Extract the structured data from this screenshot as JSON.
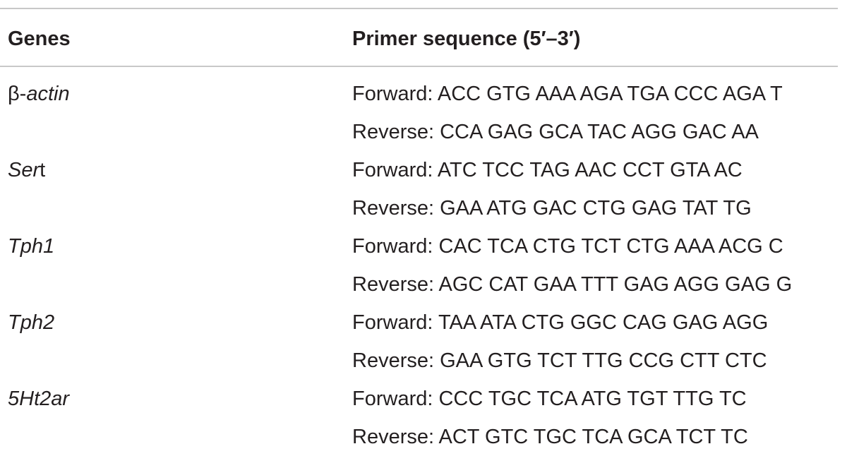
{
  "table": {
    "headers": {
      "genes": "Genes",
      "primer": "Primer sequence (5′–3′)"
    },
    "rows": [
      {
        "gene_prefix": "β-",
        "gene_italic": "actin",
        "gene_suffix": "",
        "primer": "Forward: ACC GTG AAA AGA TGA CCC AGA T"
      },
      {
        "gene_prefix": "",
        "gene_italic": "",
        "gene_suffix": "",
        "primer": "Reverse: CCA GAG GCA TAC AGG GAC AA"
      },
      {
        "gene_prefix": "",
        "gene_italic": "Ser",
        "gene_suffix": "t",
        "primer": "Forward: ATC TCC TAG AAC CCT GTA AC"
      },
      {
        "gene_prefix": "",
        "gene_italic": "",
        "gene_suffix": "",
        "primer": "Reverse: GAA ATG GAC CTG GAG TAT TG"
      },
      {
        "gene_prefix": "",
        "gene_italic": "Tph1",
        "gene_suffix": "",
        "primer": "Forward: CAC TCA CTG TCT CTG AAA ACG C"
      },
      {
        "gene_prefix": "",
        "gene_italic": "",
        "gene_suffix": "",
        "primer": "Reverse: AGC CAT GAA TTT GAG AGG GAG G"
      },
      {
        "gene_prefix": "",
        "gene_italic": "Tph2",
        "gene_suffix": "",
        "primer": "Forward: TAA ATA CTG GGC CAG GAG AGG"
      },
      {
        "gene_prefix": "",
        "gene_italic": "",
        "gene_suffix": "",
        "primer": "Reverse: GAA GTG TCT TTG CCG CTT CTC"
      },
      {
        "gene_prefix": "",
        "gene_italic": "5Ht2ar",
        "gene_suffix": "",
        "primer": "Forward: CCC TGC TCA ATG TGT TTG TC"
      },
      {
        "gene_prefix": "",
        "gene_italic": "",
        "gene_suffix": "",
        "primer": "Reverse: ACT GTC TGC TCA GCA TCT TC"
      }
    ]
  }
}
